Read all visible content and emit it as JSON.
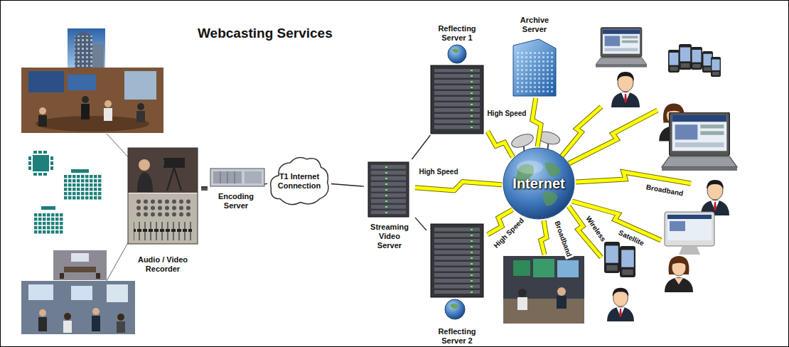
{
  "diagram": {
    "title": "Webcasting Services",
    "nodes": [
      {
        "text": [
          "Audio / Video Recorder"
        ]
      },
      {
        "text": [
          "Encoding Server"
        ]
      },
      {
        "text": [
          "T1 Internet Connection"
        ]
      },
      {
        "text": [
          "Streaming Video Server"
        ]
      },
      {
        "text": [
          "Reflecting Server 1"
        ]
      },
      {
        "text": [
          "Archive Server"
        ]
      },
      {
        "text": [
          "Internet"
        ]
      },
      {
        "text": [
          "Reflecting Server 2"
        ]
      }
    ],
    "edges": [
      {
        "from": 0,
        "to": 1,
        "arrow": "none"
      },
      {
        "from": 1,
        "to": 2,
        "arrow": "none"
      },
      {
        "from": 2,
        "to": 3,
        "arrow": "none"
      },
      {
        "from": 3,
        "to": 4,
        "arrow": "none"
      },
      {
        "from": 3,
        "to": 7,
        "arrow": "none"
      },
      {
        "from": 3,
        "to": 6,
        "label": "High Speed",
        "arrow": "none"
      },
      {
        "from": 4,
        "to": 6,
        "arrow": "none"
      },
      {
        "from": 5,
        "to": 6,
        "label": "High Speed",
        "arrow": "none"
      },
      {
        "from": 7,
        "to": 6,
        "label": "High Speed",
        "arrow": "none"
      }
    ],
    "labels": [
      "Broadband",
      "Satellite",
      "Wireless",
      "Broadband"
    ]
  }
}
